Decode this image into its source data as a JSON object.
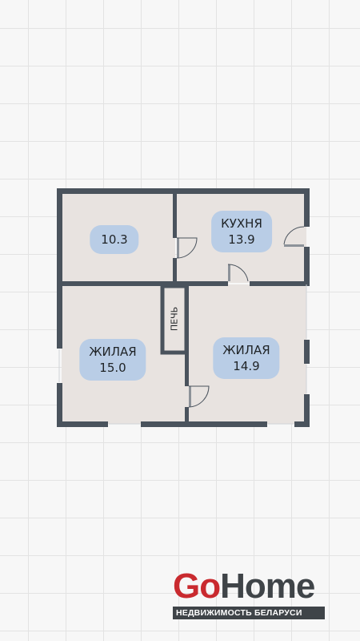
{
  "rooms": [
    {
      "id": "room-1",
      "name": "",
      "area": "10.3"
    },
    {
      "id": "kitchen",
      "name": "КУХНЯ",
      "area": "13.9"
    },
    {
      "id": "living-left",
      "name": "ЖИЛАЯ",
      "area": "15.0"
    },
    {
      "id": "living-right",
      "name": "ЖИЛАЯ",
      "area": "14.9"
    }
  ],
  "stove": {
    "label": "ПЕЧЬ"
  },
  "logo": {
    "go": "Go",
    "home": "Home",
    "tagline": "НЕДВИЖИМОСТЬ БЕЛАРУСИ"
  },
  "colors": {
    "wall": "#4a535d",
    "floor": "#e8e3e0",
    "label_bg": "#b9cde6",
    "brand_red": "#c92a2f"
  }
}
